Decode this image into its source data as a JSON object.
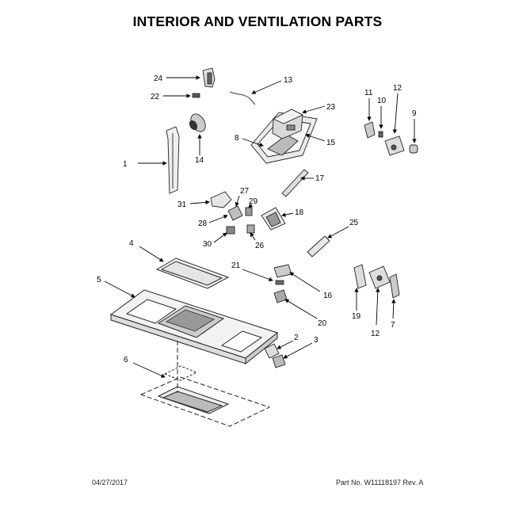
{
  "title": "INTERIOR AND VENTILATION PARTS",
  "footer": {
    "date": "04/27/2017",
    "part_number": "Part No. W11118197  Rev. A"
  },
  "callouts": [
    "1",
    "2",
    "3",
    "4",
    "5",
    "6",
    "7",
    "8",
    "9",
    "10",
    "11",
    "12",
    "12",
    "13",
    "14",
    "15",
    "16",
    "17",
    "18",
    "19",
    "20",
    "21",
    "22",
    "23",
    "24",
    "25",
    "26",
    "27",
    "28",
    "29",
    "30",
    "31"
  ]
}
